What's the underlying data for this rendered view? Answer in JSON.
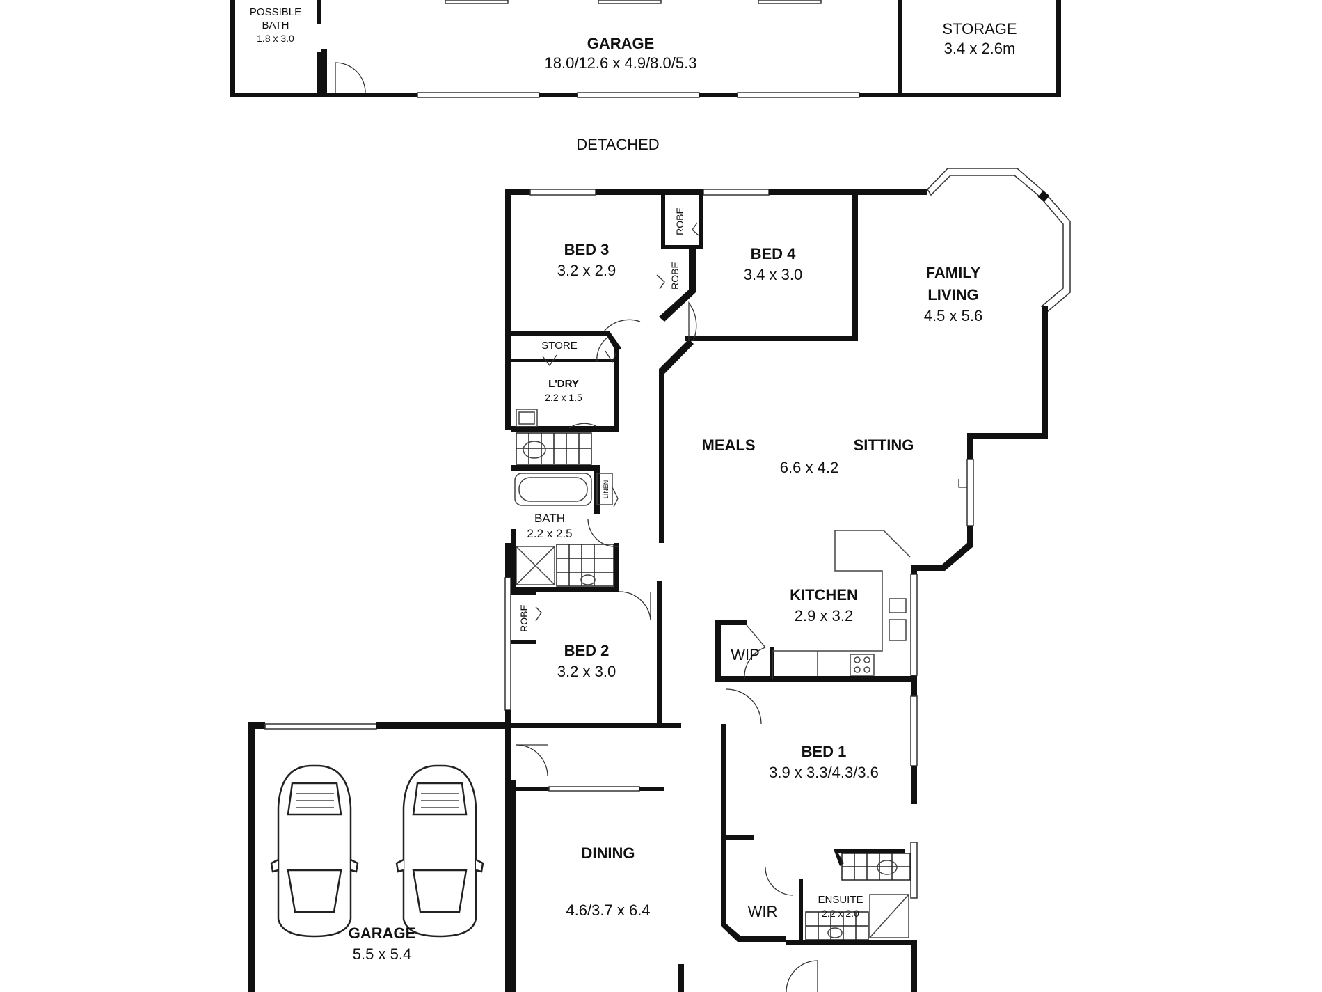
{
  "detached": {
    "label": "DETACHED",
    "possible_bath": {
      "name_line1": "POSSIBLE",
      "name_line2": "BATH",
      "dims": "1.8 x 3.0"
    },
    "garage": {
      "name": "GARAGE",
      "dims": "18.0/12.6 x 4.9/8.0/5.3"
    },
    "storage": {
      "name": "STORAGE",
      "dims": "3.4 x 2.6m"
    }
  },
  "rooms": {
    "bed3": {
      "name": "BED 3",
      "dims": "3.2 x 2.9"
    },
    "bed4": {
      "name": "BED 4",
      "dims": "3.4 x 3.0"
    },
    "family_living": {
      "name_line1": "FAMILY",
      "name_line2": "LIVING",
      "dims": "4.5 x 5.6"
    },
    "store": {
      "name": "STORE"
    },
    "laundry": {
      "name": "L'DRY",
      "dims": "2.2 x 1.5"
    },
    "linen": {
      "name": "LINEN"
    },
    "bath": {
      "name": "BATH",
      "dims": "2.2 x 2.5"
    },
    "meals": {
      "name": "MEALS"
    },
    "sitting": {
      "name": "SITTING"
    },
    "meals_sitting_dims": "6.6 x 4.2",
    "kitchen": {
      "name": "KITCHEN",
      "dims": "2.9 x 3.2"
    },
    "wip": {
      "name": "WIP"
    },
    "bed2": {
      "name": "BED 2",
      "dims": "3.2 x 3.0"
    },
    "bed1": {
      "name": "BED 1",
      "dims": "3.9 x 3.3/4.3/3.6"
    },
    "wir": {
      "name": "WIR"
    },
    "ensuite": {
      "name": "ENSUITE",
      "dims": "2.2 x 2.0"
    },
    "dining": {
      "name": "DINING",
      "dims": "4.6/3.7 x 6.4"
    },
    "garage": {
      "name": "GARAGE",
      "dims": "5.5 x 5.4"
    }
  },
  "robes": {
    "label": "ROBE"
  }
}
